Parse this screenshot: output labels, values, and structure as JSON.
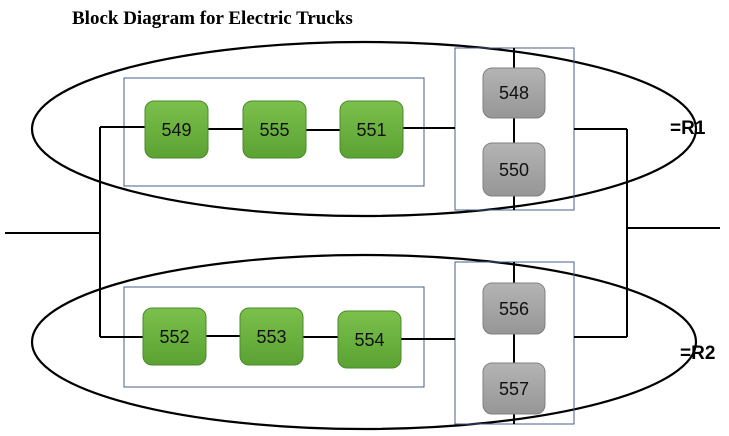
{
  "title": "Block Diagram for Electric Trucks",
  "colors": {
    "green_block": "#6cb33e",
    "green_border": "#4a8a2a",
    "gray_block": "#a6a6a6",
    "gray_border": "#808080",
    "frame": "#4a5f8c"
  },
  "upper": {
    "label": "=R1",
    "series_blocks": [
      "549",
      "555",
      "551"
    ],
    "parallel_blocks": [
      "548",
      "550"
    ]
  },
  "lower": {
    "label": "=R2",
    "series_blocks": [
      "552",
      "553",
      "554"
    ],
    "parallel_blocks": [
      "556",
      "557"
    ]
  }
}
